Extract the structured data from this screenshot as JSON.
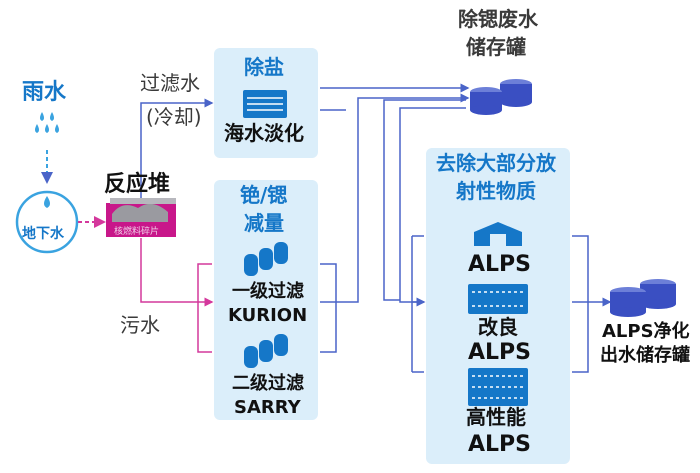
{
  "labels": {
    "rain": "雨水",
    "groundwater": "地下水",
    "reactor": "反应堆",
    "reactor_sub": "核燃料碎片",
    "filtered_water": "过滤水",
    "cooling": "(冷却)",
    "sewage": "污水",
    "desalination_title": "除盐",
    "desalination_sub": "海水淡化",
    "cs_sr_title_1": "铯/锶",
    "cs_sr_title_2": "减量",
    "kurion_1": "一级过滤",
    "kurion_2": "KURION",
    "sarry_1": "二级过滤",
    "sarry_2": "SARRY",
    "sr_tank_1": "除锶废水",
    "sr_tank_2": "储存罐",
    "alps_box_1": "去除大部分放",
    "alps_box_2": "射性物质",
    "alps": "ALPS",
    "improved_1": "改良",
    "improved_2": "ALPS",
    "hp_1": "高性能",
    "hp_2": "ALPS",
    "treated_1": "ALPS净化",
    "treated_2": "出水储存罐"
  },
  "colors": {
    "primary_blue": "#1577c8",
    "flow_blue": "#4a64c8",
    "flow_magenta": "#d4389c",
    "box_fill": "#dbeefa",
    "rain_blue": "#3aa3e0"
  }
}
